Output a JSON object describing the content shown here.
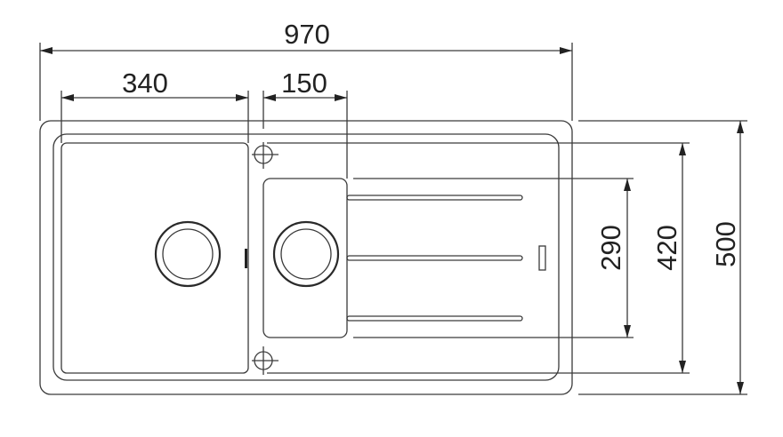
{
  "dimensions": {
    "overall_width": "970",
    "left_bowl_width": "340",
    "small_bowl_width": "150",
    "small_bowl_depth": "290",
    "inner_depth": "420",
    "overall_depth": "500"
  },
  "colors": {
    "line": "#3a3a3a",
    "background": "#ffffff"
  }
}
